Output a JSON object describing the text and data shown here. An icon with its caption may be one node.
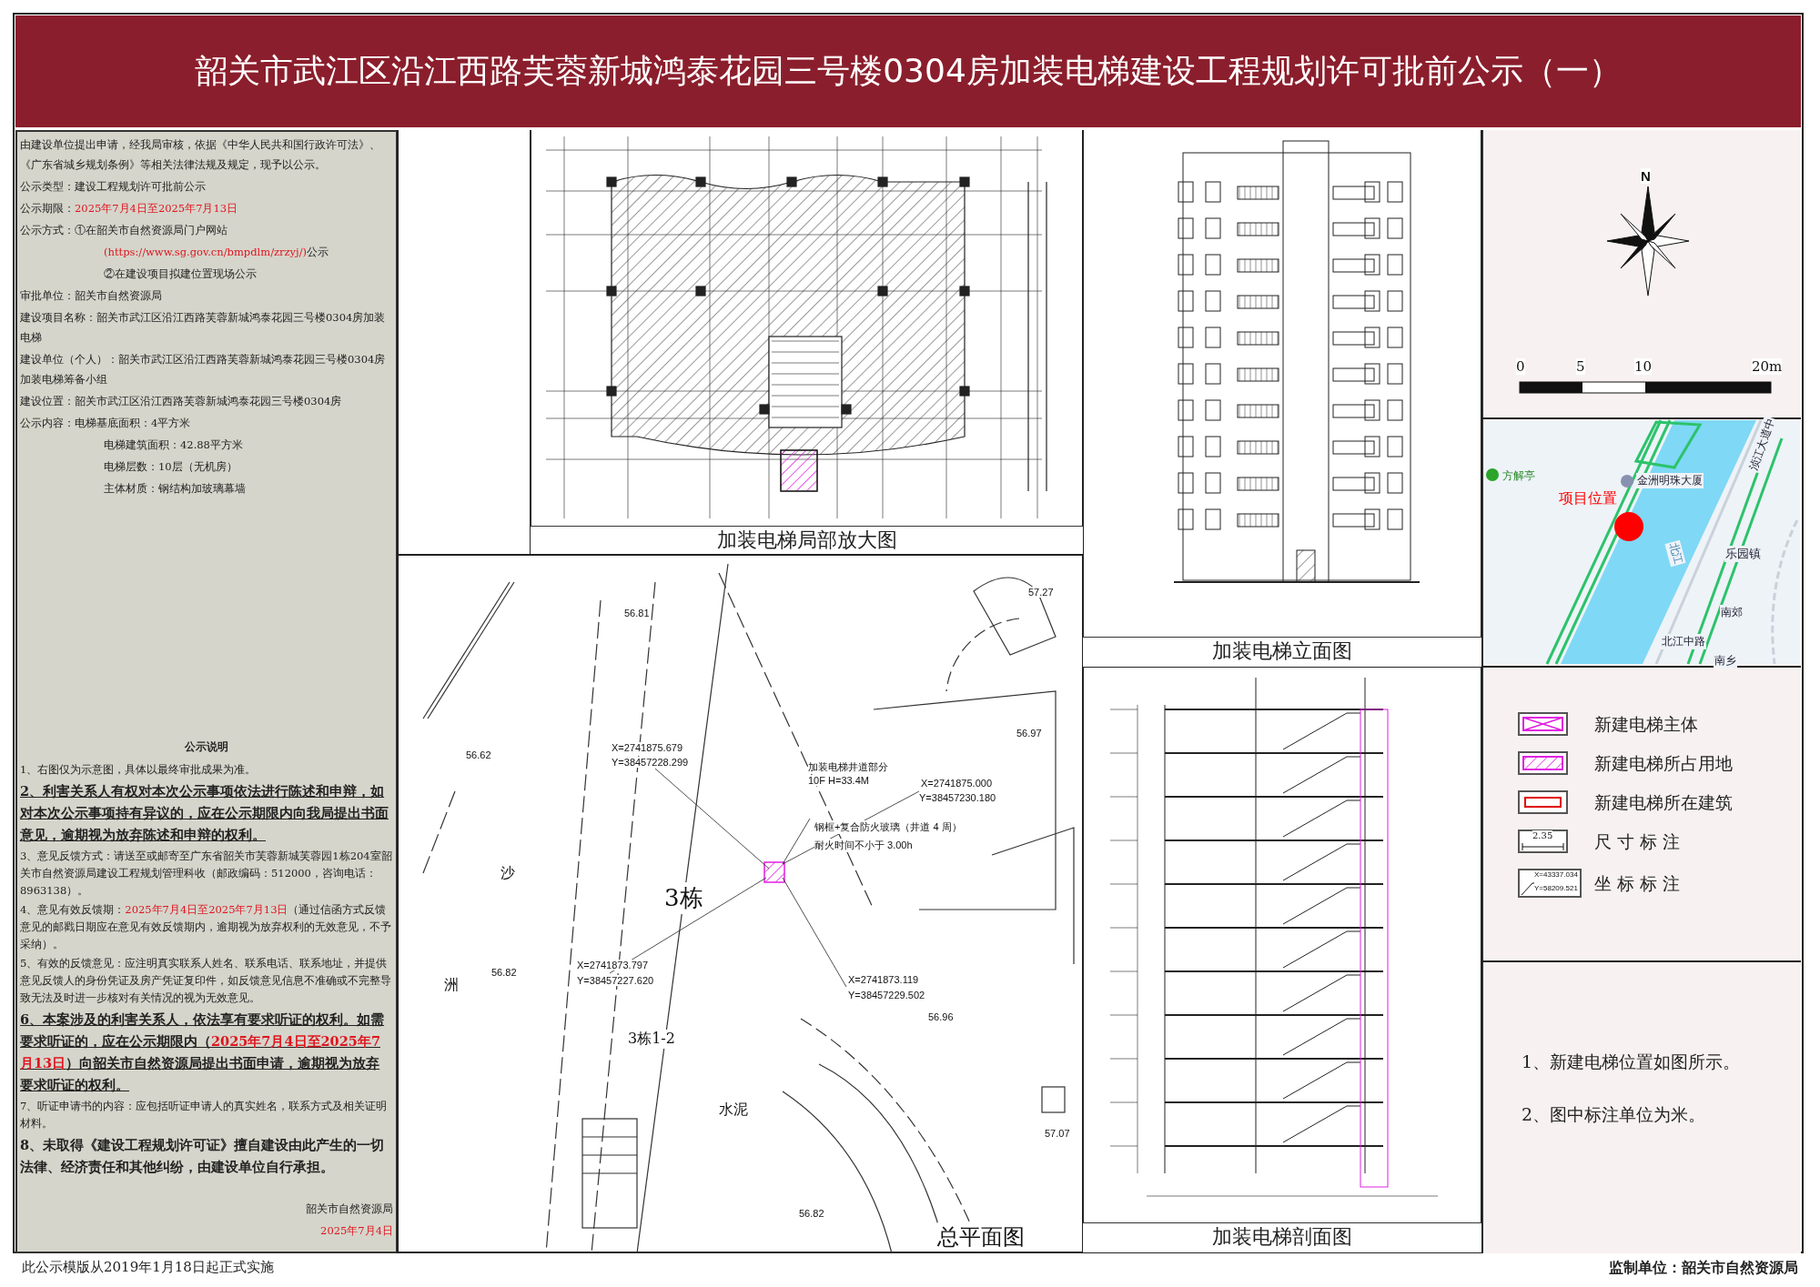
{
  "diagram": {
    "title": "韶关市武江区沿江西路芙蓉新城鸿泰花园三号楼0304房加装电梯建设工程规划许可批前公示（一）",
    "labels": [
      "由建设单位提出申请，经我局审核，依据《中华人民共和国行政许可法》、《广东省城乡规划条例》等相关法律法规及规定，现予以公示。",
      "公示类型：建设工程规划许可批前公示",
      "公示期限：",
      "2025年7月4日至2025年7月13日",
      "公示方式：①在韶关市自然资源局门户网站",
      "(https://www.sg.gov.cn/bmpdlm/zrzyj/)",
      "公示",
      "②在建设项目拟建位置现场公示",
      "审批单位：韶关市自然资源局",
      "建设项目名称：韶关市武江区沿江西路芙蓉新城鸿泰花园三号楼0304房加装电梯",
      "建设单位（个人）：韶关市武江区沿江西路芙蓉新城鸿泰花园三号楼0304房加装电梯筹备小组",
      "建设位置：韶关市武江区沿江西路芙蓉新城鸿泰花园三号楼0304房",
      "公示内容：电梯基底面积：4平方米",
      "电梯建筑面积：42.88平方米",
      "电梯层数：10层（无机房）",
      "主体材质：钢结构加玻璃幕墙",
      "公示说明",
      "1、右图仅为示意图，具体以最终审批成果为准。",
      "2、利害关系人有权对本次公示事项依法进行陈述和申辩，如对本次公示事项持有异议的，应在公示期限内向我局提出书面意见，逾期视为放弃陈述和申辩的权利。",
      "3、意见反馈方式：请送至或邮寄至广东省韶关市芙蓉新城芙蓉园1栋204室韶关市自然资源局建设工程规划管理科收（邮政编码：512000，咨询电话：8963138）。",
      "4、意见有效反馈期：",
      "2025年7月4日至2025年7月13日",
      "（通过信函方式反馈意见的邮戳日期应在意见有效反馈期内，逾期视为放弃权利的无效意见，不予采纳）。",
      "5、有效的反馈意见：应注明真实联系人姓名、联系电话、联系地址，并提供意见反馈人的身份凭证及房产凭证复印件，如反馈意见信息不准确或不完整导致无法及时进一步核对有关情况的视为无效意见。",
      "6、本案涉及的利害关系人，依法享有要求听证的权利。如需要求听证的，应在公示期限内（",
      "2025年7月4日至2025年7月13日",
      "）向韶关市自然资源局提出书面申请，逾期视为放弃要求听证的权利。",
      "7、听证申请书的内容：应包括听证申请人的真实姓名，联系方式及相关证明材料。",
      "8、未取得《建设工程规划许可证》擅自建设由此产生的一切法律、经济责任和其他纠纷，由建设单位自行承担。",
      "韶关市自然资源局",
      "2025年7月4日",
      "加装电梯局部放大图",
      "56.81",
      "57.27",
      "56.97",
      "56.62",
      "X=2741875.679",
      "Y=38457228.299",
      "加装电梯井道部分",
      "10F H=33.4M",
      "X=2741875.000",
      "Y=38457230.180",
      "钢框+复合防火玻璃（井道 4 周）",
      "耐火时间不小于 3.00h",
      "沙",
      "3栋",
      "洲",
      "56.82",
      "X=2741873.797",
      "Y=38457227.620",
      "X=2741873.119",
      "Y=38457229.502",
      "56.96",
      "3栋1-2",
      "水泥",
      "57.07",
      "56.82",
      "总平面图",
      "加装电梯立面图",
      "加装电梯剖面图",
      "N",
      "0",
      "5",
      "10",
      "20m",
      "方解亭",
      "金洲明珠大厦",
      "项目位置",
      "浈江大道中",
      "北江",
      "乐园镇",
      "南郊",
      "北江中路",
      "南乡",
      "2.35",
      "X=43337.034",
      "Y=58209.521",
      "1、新建电梯位置如图所示。",
      "2、图中标注单位为米。",
      "此公示模版从2019年1月18日起正式实施",
      "监制单位：韶关市自然资源局"
    ],
    "legend": [
      {
        "text": "新建电梯主体"
      },
      {
        "text": "新建电梯所占用地"
      },
      {
        "text": "新建电梯所在建筑"
      },
      {
        "text": "尺 寸 标 注"
      },
      {
        "text": "坐 标 标 注"
      }
    ]
  }
}
